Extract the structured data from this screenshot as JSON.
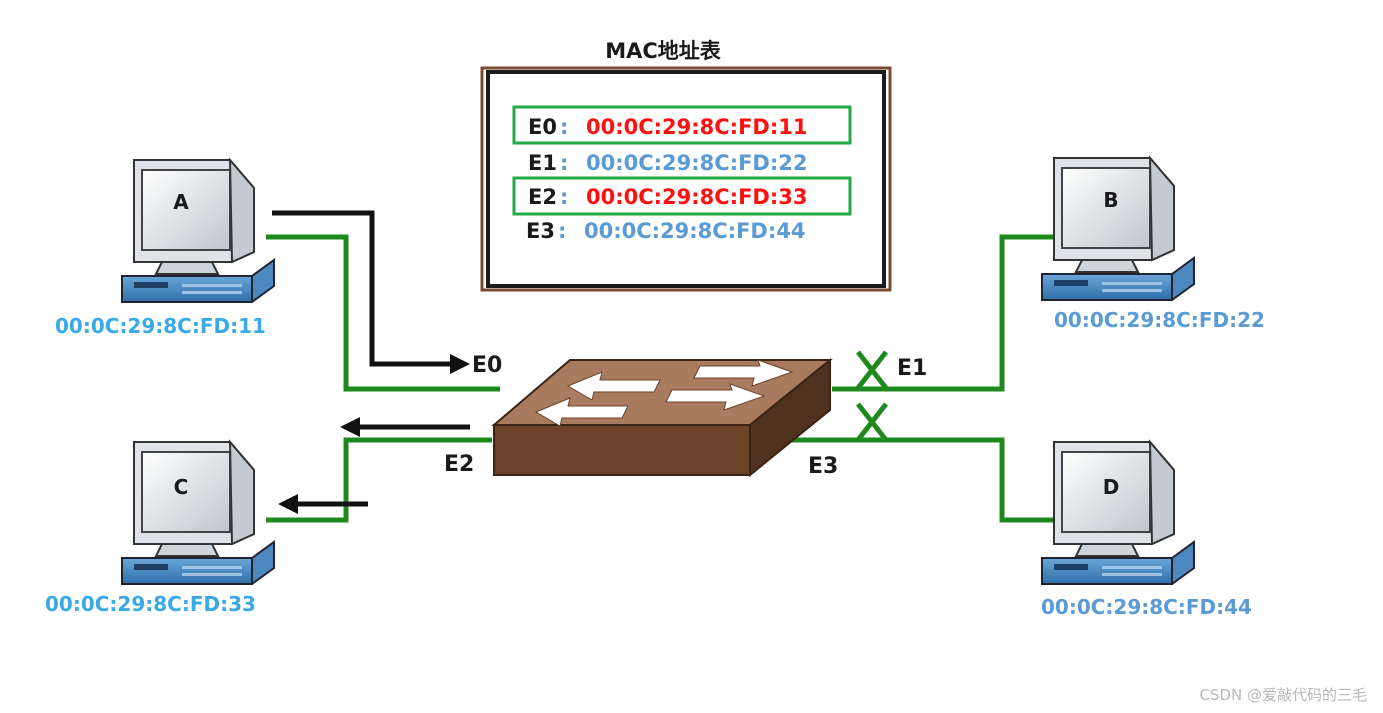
{
  "table": {
    "title": "MAC地址表",
    "rows": [
      {
        "port": "E0",
        "sep": ":",
        "mac": "00:0C:29:8C:FD:11"
      },
      {
        "port": "E1",
        "sep": ":",
        "mac": "00:0C:29:8C:FD:22"
      },
      {
        "port": "E2",
        "sep": ":",
        "mac": "00:0C:29:8C:FD:33"
      },
      {
        "port": "E3",
        "sep": ":",
        "mac": "00:0C:29:8C:FD:44"
      }
    ]
  },
  "hosts": {
    "a": {
      "letter": "A",
      "mac": "00:0C:29:8C:FD:11"
    },
    "b": {
      "letter": "B",
      "mac": "00:0C:29:8C:FD:22"
    },
    "c": {
      "letter": "C",
      "mac": "00:0C:29:8C:FD:33"
    },
    "d": {
      "letter": "D",
      "mac": "00:0C:29:8C:FD:44"
    }
  },
  "ports": {
    "e0": "E0",
    "e1": "E1",
    "e2": "E2",
    "e3": "E3"
  },
  "credit": "CSDN @爱敲代码的三毛",
  "colors": {
    "link": "#1e8a1e",
    "highlight_box": "#22aa44",
    "red_mac": "#ff1010",
    "blue_mac": "#5b9bd5",
    "switch": "#7a4a30"
  }
}
